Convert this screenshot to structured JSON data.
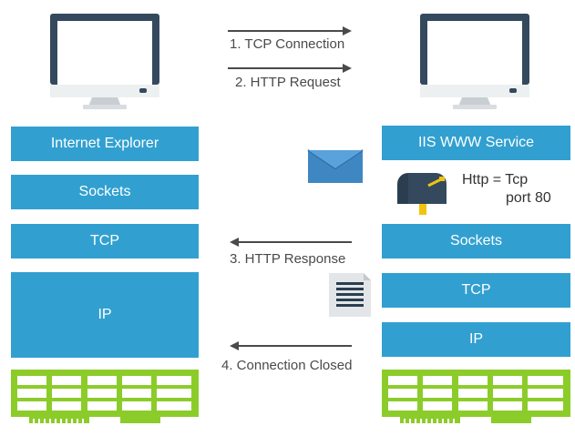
{
  "client": {
    "layers": [
      "Internet Explorer",
      "Sockets",
      "TCP",
      "IP"
    ]
  },
  "server": {
    "layers": [
      "IIS WWW Service",
      "Sockets",
      "TCP",
      "IP"
    ],
    "port_note": {
      "line1": "Http = Tcp",
      "line2": "port 80"
    }
  },
  "steps": [
    {
      "label": "1. TCP Connection",
      "direction": "right"
    },
    {
      "label": "2. HTTP Request",
      "direction": "right"
    },
    {
      "label": "3. HTTP Response",
      "direction": "left"
    },
    {
      "label": "4. Connection Closed",
      "direction": "left"
    }
  ],
  "colors": {
    "layer": "#31a0d0",
    "monitor_frame": "#34495e",
    "monitor_stand": "#d9dde1",
    "nic": "#8ccc2a",
    "envelope": "#3f87c2",
    "mailbox": "#2b3e50",
    "mailbox_post": "#f1c40f",
    "arrow": "#4a4a4a"
  },
  "icons": {
    "client_computer": "monitor-icon",
    "server_computer": "monitor-icon",
    "message": "envelope-icon",
    "port": "mailbox-icon",
    "response": "document-icon",
    "network_card": "network-card-icon"
  }
}
